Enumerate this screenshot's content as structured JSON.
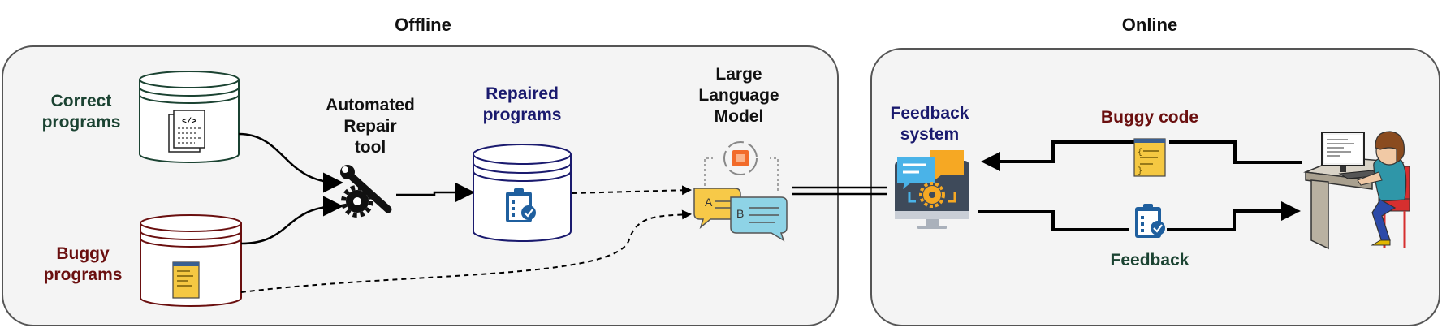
{
  "sections": {
    "offline": "Offline",
    "online": "Online"
  },
  "nodes": {
    "correct_programs": {
      "line1": "Correct",
      "line2": "programs",
      "color": "#1b4332"
    },
    "buggy_programs": {
      "line1": "Buggy",
      "line2": "programs",
      "color": "#6a0f0f"
    },
    "repair_tool": {
      "line1": "Automated",
      "line2": "Repair",
      "line3": "tool",
      "color": "#111111"
    },
    "repaired_programs": {
      "line1": "Repaired",
      "line2": "programs",
      "color": "#1a1a6e"
    },
    "llm": {
      "line1": "Large",
      "line2": "Language",
      "line3": "Model",
      "color": "#111111"
    },
    "feedback_system": {
      "line1": "Feedback",
      "line2": "system",
      "color": "#1a1a6e"
    },
    "buggy_code": {
      "label": "Buggy code",
      "color": "#6a0f0f"
    },
    "feedback": {
      "label": "Feedback",
      "color": "#1b4332"
    }
  },
  "icons": {
    "correct_db_doc": "code-document-icon",
    "buggy_db_doc": "buggy-code-file-icon",
    "repair_tool": "wrench-gear-icon",
    "repaired_clipboard": "clipboard-check-icon",
    "llm": "chat-bubbles-chip-icon",
    "feedback_system": "feedback-monitor-icon",
    "buggy_code_doc": "buggy-code-file-icon",
    "feedback_clipboard": "clipboard-check-icon",
    "student": "student-at-computer-icon"
  },
  "colors": {
    "panel_fill": "#f4f4f4",
    "panel_stroke": "#555555",
    "correct_db_stroke": "#1b4332",
    "buggy_db_stroke": "#6a0f0f",
    "repaired_db_stroke": "#1a1a6e",
    "file_yellow": "#f5c842",
    "clipboard_blue": "#1f5f9e"
  }
}
